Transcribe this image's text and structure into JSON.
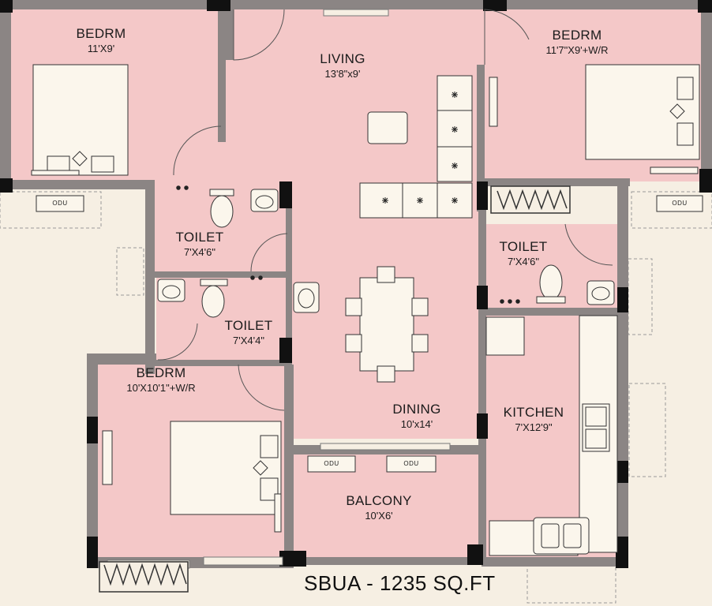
{
  "rooms": {
    "bedroom_1": {
      "name": "BEDRM",
      "size": "11'X9'"
    },
    "living": {
      "name": "LIVING",
      "size": "13'8\"x9'"
    },
    "bedroom_2": {
      "name": "BEDRM",
      "size": "11'7\"X9'+W/R"
    },
    "toilet_1": {
      "name": "TOILET",
      "size": "7'X4'6\""
    },
    "toilet_2": {
      "name": "TOILET",
      "size": "7'X4'4\""
    },
    "toilet_3": {
      "name": "TOILET",
      "size": "7'X4'6\""
    },
    "bedroom_3": {
      "name": "BEDRM",
      "size": "10'X10'1\"+W/R"
    },
    "dining": {
      "name": "DINING",
      "size": "10'x14'"
    },
    "kitchen": {
      "name": "KITCHEN",
      "size": "7'X12'9\""
    },
    "balcony": {
      "name": "BALCONY",
      "size": "10'X6'"
    }
  },
  "odu_label": "ODU",
  "footer": "SBUA - 1235 SQ.FT",
  "colors": {
    "floor": "#f4c8c8",
    "wall": "#8b8584",
    "background": "#f6efe3",
    "pillar": "#111111",
    "furniture": "#fbf6ec"
  }
}
